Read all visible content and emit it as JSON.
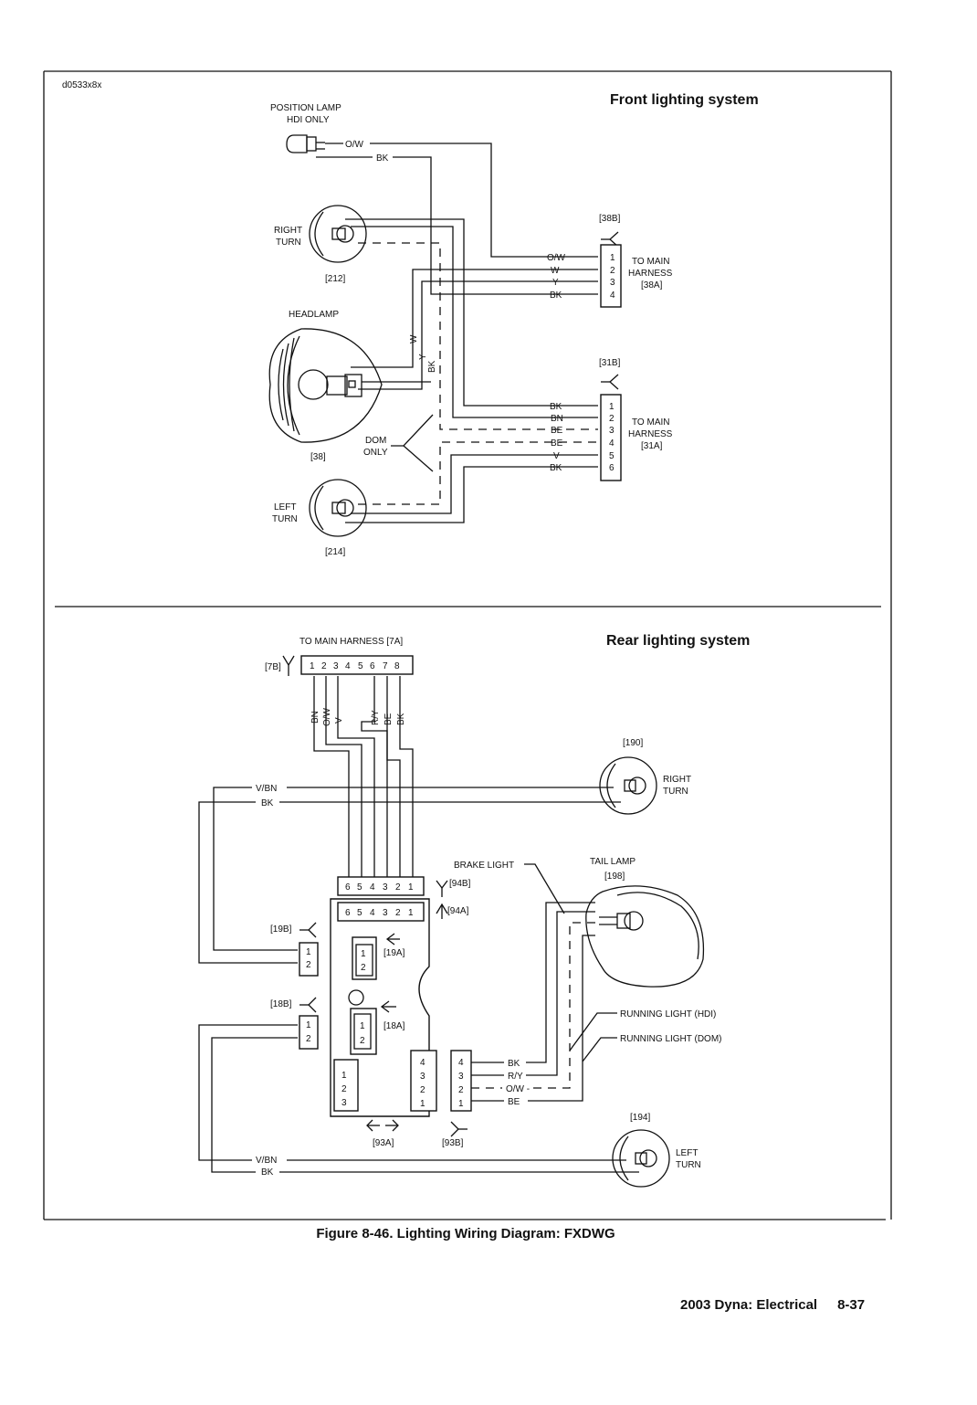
{
  "figure_code": "d0533x8x",
  "front": {
    "title": "Front lighting system",
    "position_lamp": [
      "POSITION LAMP",
      "HDI ONLY"
    ],
    "headlamp": "HEADLAMP",
    "headlamp_ref": "[38]",
    "right_turn": [
      "RIGHT",
      "TURN"
    ],
    "right_turn_ref": "[212]",
    "left_turn": [
      "LEFT",
      "TURN"
    ],
    "left_turn_ref": "[214]",
    "dom_only": [
      "DOM",
      "ONLY"
    ],
    "pos_wires": [
      "O/W",
      "BK"
    ],
    "vertical_wires": [
      "W",
      "Y",
      "BK"
    ],
    "c38": {
      "ref": "[38B]",
      "wires": [
        "O/W",
        "W",
        "Y",
        "BK"
      ],
      "pins": [
        "1",
        "2",
        "3",
        "4"
      ],
      "to": [
        "TO MAIN",
        "HARNESS",
        "[38A]"
      ]
    },
    "c31": {
      "ref": "[31B]",
      "wires": [
        "BK",
        "BN",
        "BE",
        "BE",
        "V",
        "BK"
      ],
      "pins": [
        "1",
        "2",
        "3",
        "4",
        "5",
        "6"
      ],
      "to": [
        "TO MAIN",
        "HARNESS",
        "[31A]"
      ]
    }
  },
  "rear": {
    "title": "Rear lighting system",
    "main_harness": "TO MAIN HARNESS [7A]",
    "c7_ref": "[7B]",
    "c7_pins": [
      "1",
      "2",
      "3",
      "4",
      "5",
      "6",
      "7",
      "8"
    ],
    "c7_wires": [
      "BN",
      "O/W",
      "V",
      "R/Y",
      "BE",
      "BK"
    ],
    "right_turn": [
      "RIGHT",
      "TURN"
    ],
    "right_turn_ref": "[190]",
    "left_turn": [
      "LEFT",
      "TURN"
    ],
    "left_turn_ref": "[194]",
    "tail_lamp": "TAIL LAMP",
    "tail_lamp_ref": "[198]",
    "brake_light": "BRAKE LIGHT",
    "running_hdi": "RUNNING LIGHT (HDI)",
    "running_dom": "RUNNING LIGHT (DOM)",
    "upper_wires": [
      "V/BN",
      "BK"
    ],
    "lower_wires": [
      "V/BN",
      "BK"
    ],
    "c94b": "[94B]",
    "c94a": "[94A]",
    "c94_pins": [
      "6",
      "5",
      "4",
      "3",
      "2",
      "1"
    ],
    "c19b": "[19B]",
    "c19a": "[19A]",
    "c18b": "[18B]",
    "c18a": "[18A]",
    "pins_2": [
      "1",
      "2"
    ],
    "pins_3": [
      "1",
      "2",
      "3"
    ],
    "pins_4": [
      "4",
      "3",
      "2",
      "1"
    ],
    "c93a": "[93A]",
    "c93b": "[93B]",
    "c93_wires": [
      "BK",
      "R/Y",
      "O/W -",
      "BE"
    ]
  },
  "caption": "Figure 8-46. Lighting Wiring Diagram: FXDWG",
  "footer": {
    "title": "2003 Dyna: Electrical",
    "page": "8-37"
  }
}
